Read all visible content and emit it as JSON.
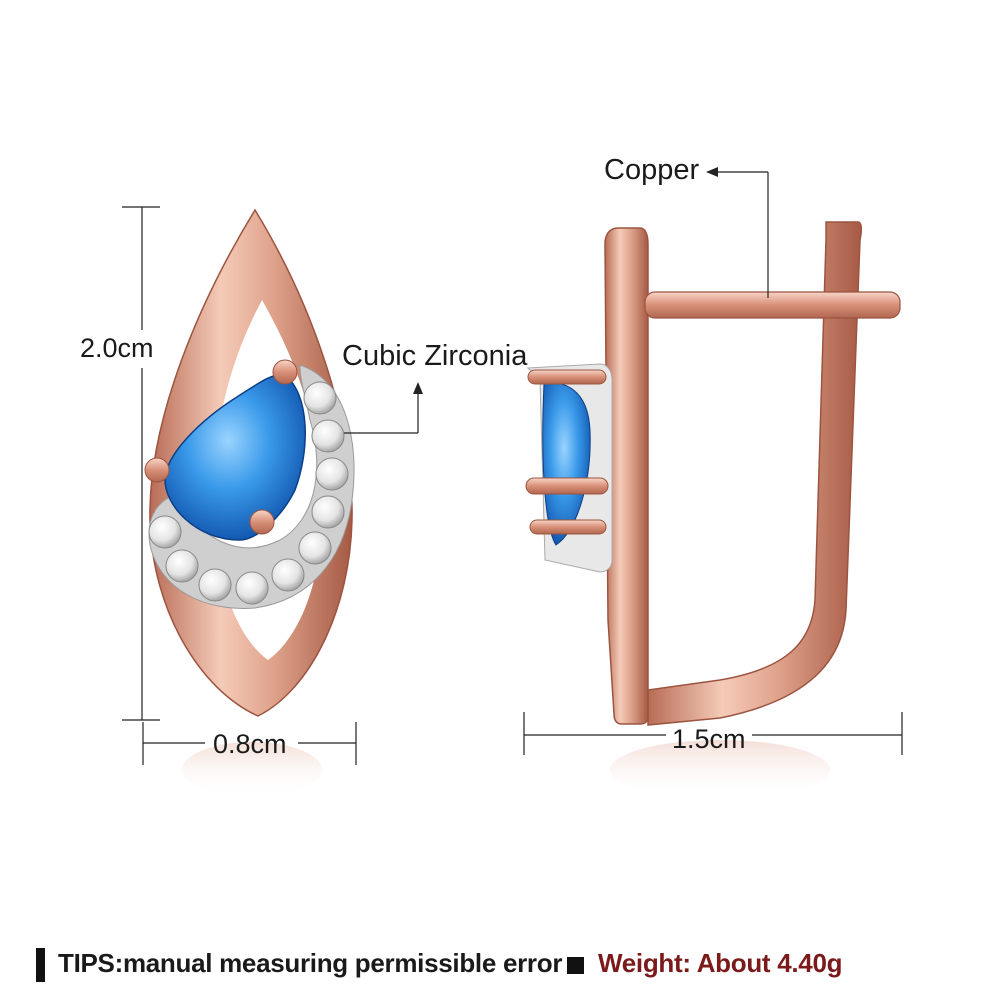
{
  "dimensions": {
    "height": "2.0cm",
    "width": "0.8cm",
    "depth": "1.5cm"
  },
  "callouts": {
    "stone": "Cubic Zirconia",
    "metal": "Copper"
  },
  "footer": {
    "tips": "TIPS:manual measuring permissible error",
    "weight": "Weight: About 4.40g"
  },
  "colors": {
    "rose_gold": "#d9927a",
    "rose_gold_light": "#f6d3c4",
    "rose_gold_dark": "#a85a45",
    "stone_blue": "#2f8fe0",
    "weight_text": "#7a1a1a",
    "background": "#ffffff"
  }
}
